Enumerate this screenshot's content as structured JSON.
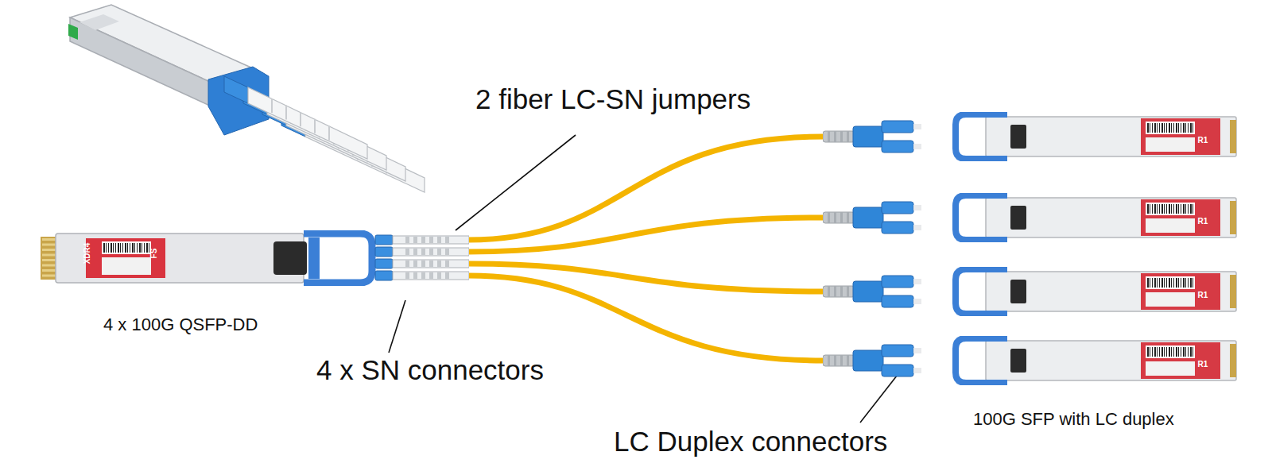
{
  "diagram": {
    "nodes": [
      {
        "text": [
          "XDR4",
          "FS",
          "4 x 100G QSFP-DD"
        ]
      },
      {
        "text": [
          "R1"
        ]
      },
      {
        "text": [
          "R1"
        ]
      },
      {
        "text": [
          "R1"
        ]
      },
      {
        "text": [
          "R1",
          "100G SFP with LC duplex"
        ]
      }
    ],
    "edges": [
      {
        "from": 0,
        "to": 1,
        "arrow": "none"
      },
      {
        "from": 0,
        "to": 2,
        "arrow": "none"
      },
      {
        "from": 0,
        "to": 3,
        "arrow": "none"
      },
      {
        "from": 0,
        "to": 4,
        "arrow": "none"
      }
    ],
    "labels": [
      "2 fiber LC-SN jumpers",
      "4 x SN connectors",
      "LC Duplex connectors"
    ]
  }
}
